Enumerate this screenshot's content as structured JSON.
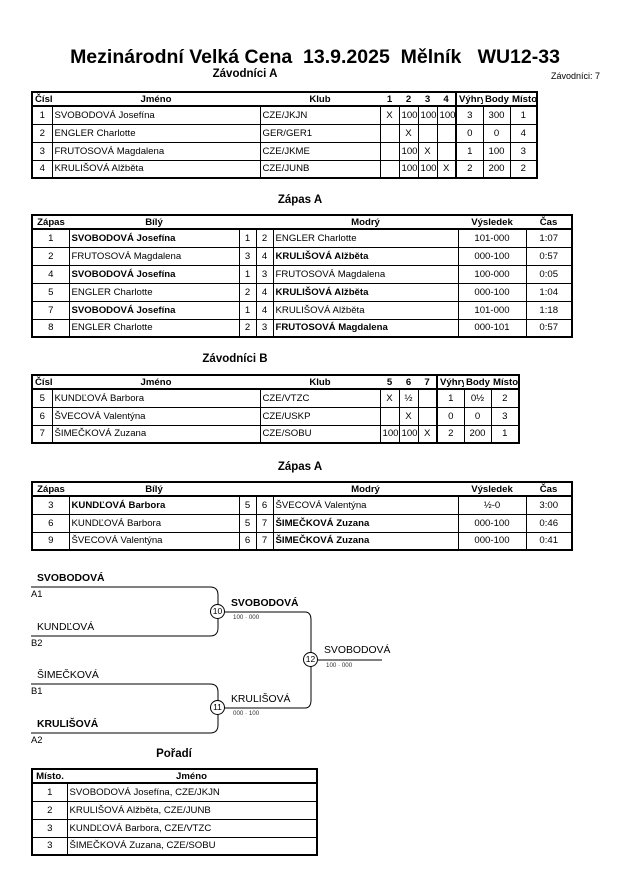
{
  "header": {
    "title": "Mezinárodní Velká Cena  13.9.2025  Mělník   WU12-33",
    "group_a_label": "Závodníci A",
    "group_a_count": "Závodníci: 7"
  },
  "group_a_table": {
    "columns": [
      "Číslo",
      "Jméno",
      "Klub",
      "1",
      "2",
      "3",
      "4",
      "Výhry",
      "Body",
      "Místo."
    ],
    "rows": [
      [
        "1",
        "SVOBODOVÁ Josefína",
        "CZE/JKJN",
        "X",
        "100",
        "100",
        "100",
        "3",
        "300",
        "1"
      ],
      [
        "2",
        "ENGLER Charlotte",
        "GER/GER1",
        "",
        "X",
        "",
        "",
        "0",
        "0",
        "4"
      ],
      [
        "3",
        "FRUTOSOVÁ Magdalena",
        "CZE/JKME",
        "",
        "100",
        "X",
        "",
        "1",
        "100",
        "3"
      ],
      [
        "4",
        "KRULIŠOVÁ Alžběta",
        "CZE/JUNB",
        "",
        "100",
        "100",
        "X",
        "2",
        "200",
        "2"
      ]
    ]
  },
  "matches_a": {
    "title": "Zápas A",
    "columns": [
      "Zápas",
      "Bílý",
      "",
      "",
      "Modrý",
      "Výsledek",
      "Čas"
    ],
    "rows": [
      {
        "no": "1",
        "white": "SVOBODOVÁ Josefína",
        "white_win": true,
        "w": "1",
        "b": "2",
        "blue": "ENGLER Charlotte",
        "blue_win": false,
        "result": "101-000",
        "time": "1:07"
      },
      {
        "no": "2",
        "white": "FRUTOSOVÁ Magdalena",
        "white_win": false,
        "w": "3",
        "b": "4",
        "blue": "KRULIŠOVÁ Alžběta",
        "blue_win": true,
        "result": "000-100",
        "time": "0:57"
      },
      {
        "no": "4",
        "white": "SVOBODOVÁ Josefína",
        "white_win": true,
        "w": "1",
        "b": "3",
        "blue": "FRUTOSOVÁ Magdalena",
        "blue_win": false,
        "result": "100-000",
        "time": "0:05"
      },
      {
        "no": "5",
        "white": "ENGLER Charlotte",
        "white_win": false,
        "w": "2",
        "b": "4",
        "blue": "KRULIŠOVÁ Alžběta",
        "blue_win": true,
        "result": "000-100",
        "time": "1:04"
      },
      {
        "no": "7",
        "white": "SVOBODOVÁ Josefína",
        "white_win": true,
        "w": "1",
        "b": "4",
        "blue": "KRULIŠOVÁ Alžběta",
        "blue_win": false,
        "result": "101-000",
        "time": "1:18"
      },
      {
        "no": "8",
        "white": "ENGLER Charlotte",
        "white_win": false,
        "w": "2",
        "b": "3",
        "blue": "FRUTOSOVÁ Magdalena",
        "blue_win": true,
        "result": "000-101",
        "time": "0:57"
      }
    ]
  },
  "group_b_label": "Závodníci B",
  "group_b_table": {
    "columns": [
      "Číslo",
      "Jméno",
      "Klub",
      "5",
      "6",
      "7",
      "Výhry",
      "Body",
      "Místo."
    ],
    "rows": [
      [
        "5",
        "KUNDĽOVÁ Barbora",
        "CZE/VTZC",
        "X",
        "½",
        "",
        "1",
        "0½",
        "2"
      ],
      [
        "6",
        "ŠVECOVÁ Valentýna",
        "CZE/USKP",
        "",
        "X",
        "",
        "0",
        "0",
        "3"
      ],
      [
        "7",
        "ŠIMEČKOVÁ Zuzana",
        "CZE/SOBU",
        "100",
        "100",
        "X",
        "2",
        "200",
        "1"
      ]
    ]
  },
  "matches_b": {
    "title": "Zápas A",
    "columns": [
      "Zápas",
      "Bílý",
      "",
      "",
      "Modrý",
      "Výsledek",
      "Čas"
    ],
    "rows": [
      {
        "no": "3",
        "white": "KUNDĽOVÁ Barbora",
        "white_win": true,
        "w": "5",
        "b": "6",
        "blue": "ŠVECOVÁ Valentýna",
        "blue_win": false,
        "result": "½-0",
        "time": "3:00"
      },
      {
        "no": "6",
        "white": "KUNDĽOVÁ Barbora",
        "white_win": false,
        "w": "5",
        "b": "7",
        "blue": "ŠIMEČKOVÁ Zuzana",
        "blue_win": true,
        "result": "000-100",
        "time": "0:46"
      },
      {
        "no": "9",
        "white": "ŠVECOVÁ Valentýna",
        "white_win": false,
        "w": "6",
        "b": "7",
        "blue": "ŠIMEČKOVÁ Zuzana",
        "blue_win": true,
        "result": "000-100",
        "time": "0:41"
      }
    ]
  },
  "bracket": {
    "entrants": [
      {
        "name": "SVOBODOVÁ",
        "slot": "A1"
      },
      {
        "name": "KUNDĽOVÁ",
        "slot": "B2"
      },
      {
        "name": "ŠIMEČKOVÁ",
        "slot": "B1"
      },
      {
        "name": "KRULIŠOVÁ",
        "slot": "A2"
      }
    ],
    "semis": [
      {
        "match": "10",
        "winner": "SVOBODOVÁ",
        "score": "100 · 000"
      },
      {
        "match": "11",
        "winner": "KRULIŠOVÁ",
        "score": "000 · 100"
      }
    ],
    "final": {
      "match": "12",
      "winner": "SVOBODOVÁ",
      "score": "100 · 000"
    }
  },
  "ranking": {
    "title": "Pořadí",
    "columns": [
      "Místo.",
      "Jméno"
    ],
    "rows": [
      [
        "1",
        "SVOBODOVÁ Josefína, CZE/JKJN"
      ],
      [
        "2",
        "KRULIŠOVÁ Alžběta, CZE/JUNB"
      ],
      [
        "3",
        "KUNDĽOVÁ Barbora, CZE/VTZC"
      ],
      [
        "3",
        "ŠIMEČKOVÁ Zuzana, CZE/SOBU"
      ]
    ]
  }
}
